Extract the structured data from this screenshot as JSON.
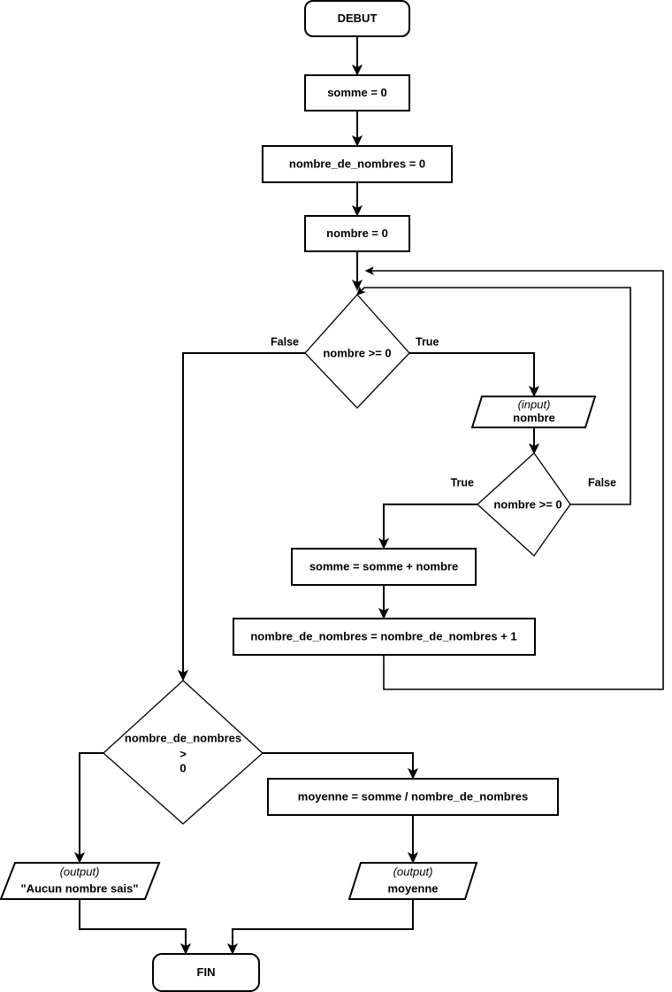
{
  "diagram": {
    "type": "flowchart",
    "language": "fr",
    "title": "",
    "nodes": {
      "start": {
        "id": "start",
        "shape": "terminator",
        "label": "DEBUT"
      },
      "init_somme": {
        "id": "init_somme",
        "shape": "process",
        "label": "somme = 0"
      },
      "init_count": {
        "id": "init_count",
        "shape": "process",
        "label": "nombre_de_nombres = 0"
      },
      "init_nombre": {
        "id": "init_nombre",
        "shape": "process",
        "label": "nombre = 0"
      },
      "loop_test": {
        "id": "loop_test",
        "shape": "decision",
        "label": "nombre >= 0"
      },
      "input_nombre": {
        "id": "input_nombre",
        "shape": "io",
        "tag": "(input)",
        "label": "nombre"
      },
      "check_nombre": {
        "id": "check_nombre",
        "shape": "decision",
        "label": "nombre >= 0"
      },
      "accumulate": {
        "id": "accumulate",
        "shape": "process",
        "label": "somme = somme + nombre"
      },
      "increment": {
        "id": "increment",
        "shape": "process",
        "label": "nombre_de_nombres = nombre_de_nombres + 1"
      },
      "count_test": {
        "id": "count_test",
        "shape": "decision",
        "label_line1": "nombre_de_nombres",
        "label_line2": ">",
        "label_line3": "0"
      },
      "output_none": {
        "id": "output_none",
        "shape": "io",
        "tag": "(output)",
        "label": "\"Aucun nombre sais\""
      },
      "average": {
        "id": "average",
        "shape": "process",
        "label": "moyenne = somme / nombre_de_nombres"
      },
      "output_avg": {
        "id": "output_avg",
        "shape": "io",
        "tag": "(output)",
        "label": "moyenne"
      },
      "end": {
        "id": "end",
        "shape": "terminator",
        "label": "FIN"
      }
    },
    "edge_labels": {
      "loop_test_false": "False",
      "loop_test_true": "True",
      "check_nombre_true": "True",
      "check_nombre_false": "False"
    },
    "colors": {
      "stroke": "#000000",
      "fill": "#ffffff",
      "text": "#000000",
      "background": "#ffffff"
    }
  }
}
